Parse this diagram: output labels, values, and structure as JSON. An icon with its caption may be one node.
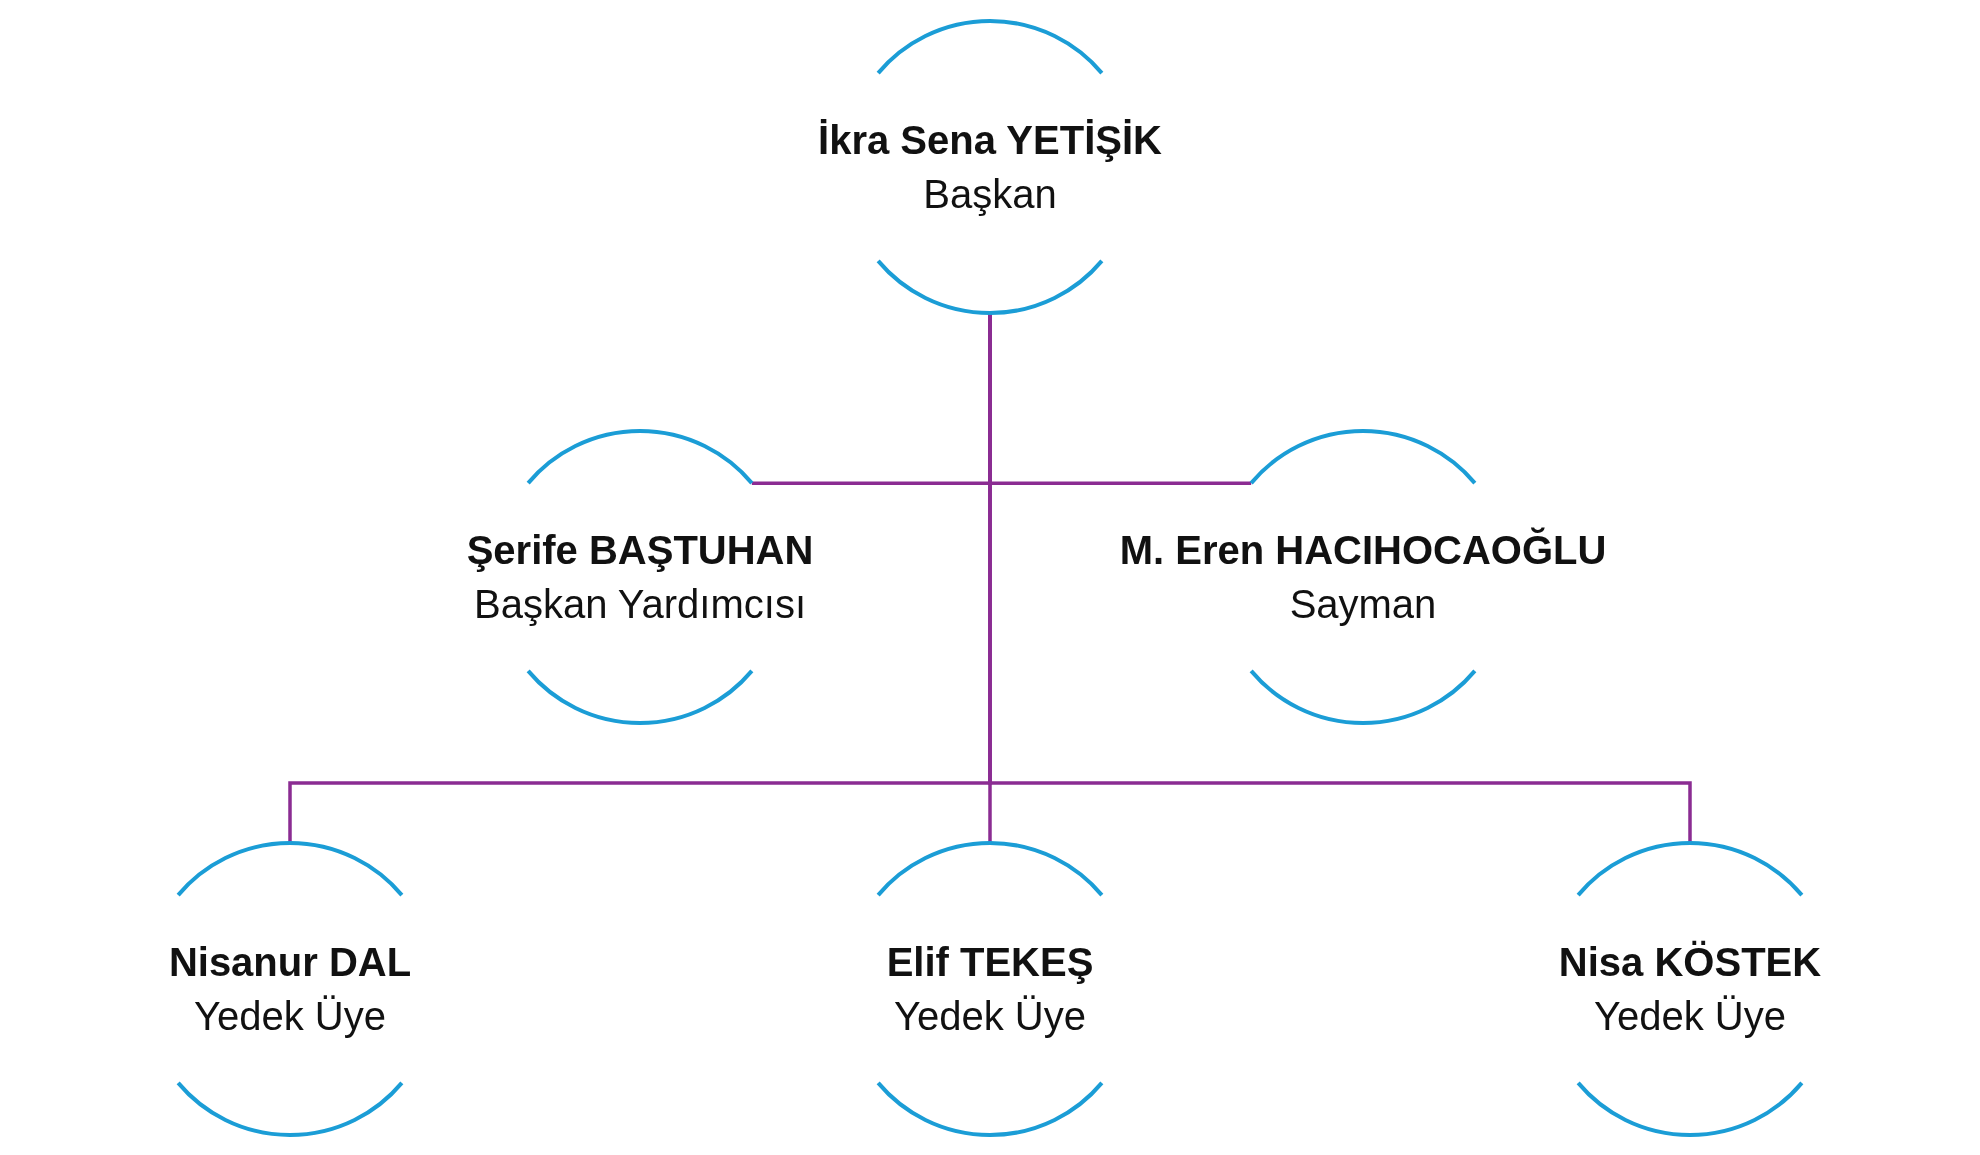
{
  "diagram": {
    "nodes": [
      {
        "text": [
          "İkra Sena YETİŞİK",
          "Başkan"
        ]
      },
      {
        "text": [
          "Şerife BAŞTUHAN",
          "Başkan Yardımcısı"
        ]
      },
      {
        "text": [
          "M. Eren HACIHOCAOĞLU",
          "Sayman"
        ]
      },
      {
        "text": [
          "Nisanur DAL",
          "Yedek Üye"
        ]
      },
      {
        "text": [
          "Elif TEKEŞ",
          "Yedek Üye"
        ]
      },
      {
        "text": [
          "Nisa KÖSTEK",
          "Yedek Üye"
        ]
      }
    ],
    "edges": [
      {
        "from": 0,
        "to": 1,
        "arrow": "none"
      },
      {
        "from": 0,
        "to": 2,
        "arrow": "none"
      },
      {
        "from": 0,
        "to": 3,
        "arrow": "none"
      },
      {
        "from": 0,
        "to": 4,
        "arrow": "none"
      },
      {
        "from": 0,
        "to": 5,
        "arrow": "none"
      }
    ]
  }
}
